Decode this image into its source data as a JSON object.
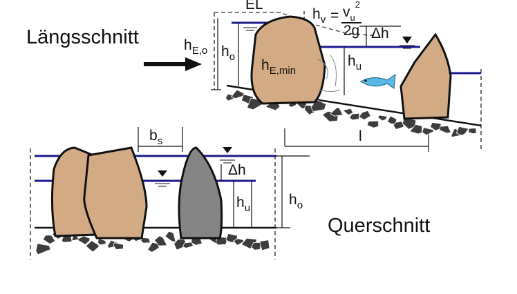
{
  "titles": {
    "longitudinal": "Längsschnitt",
    "cross": "Querschnitt"
  },
  "labels": {
    "el": "EL",
    "hv": "h",
    "hv_sub": "v",
    "eq": "=",
    "frac_num": "v",
    "frac_num_sub": "u",
    "frac_num_sup": "2",
    "frac_den": "2g",
    "delta_h_top": "Δh",
    "he_o": "h",
    "he_o_sub": "E,o",
    "ho_top": "h",
    "ho_top_sub": "o",
    "he_min": "h",
    "he_min_sub": "E,min",
    "hu_top": "h",
    "hu_top_sub": "u",
    "l": "l",
    "bs": "b",
    "bs_sub": "s",
    "delta_h_bottom": "Δh",
    "hu_bottom": "h",
    "hu_bottom_sub": "u",
    "ho_bottom": "h",
    "ho_bottom_sub": "o"
  },
  "colors": {
    "water": "#1a1a8c",
    "boulder": "#d2ab85",
    "boulder_grey": "#858585",
    "gravel": "#3d3d3d",
    "fish": "#59b8e6",
    "line": "#111111"
  },
  "icons": {
    "flow": "flow-arrow-icon",
    "surface": "water-surface-triangle-icon",
    "fish": "fish-icon"
  }
}
